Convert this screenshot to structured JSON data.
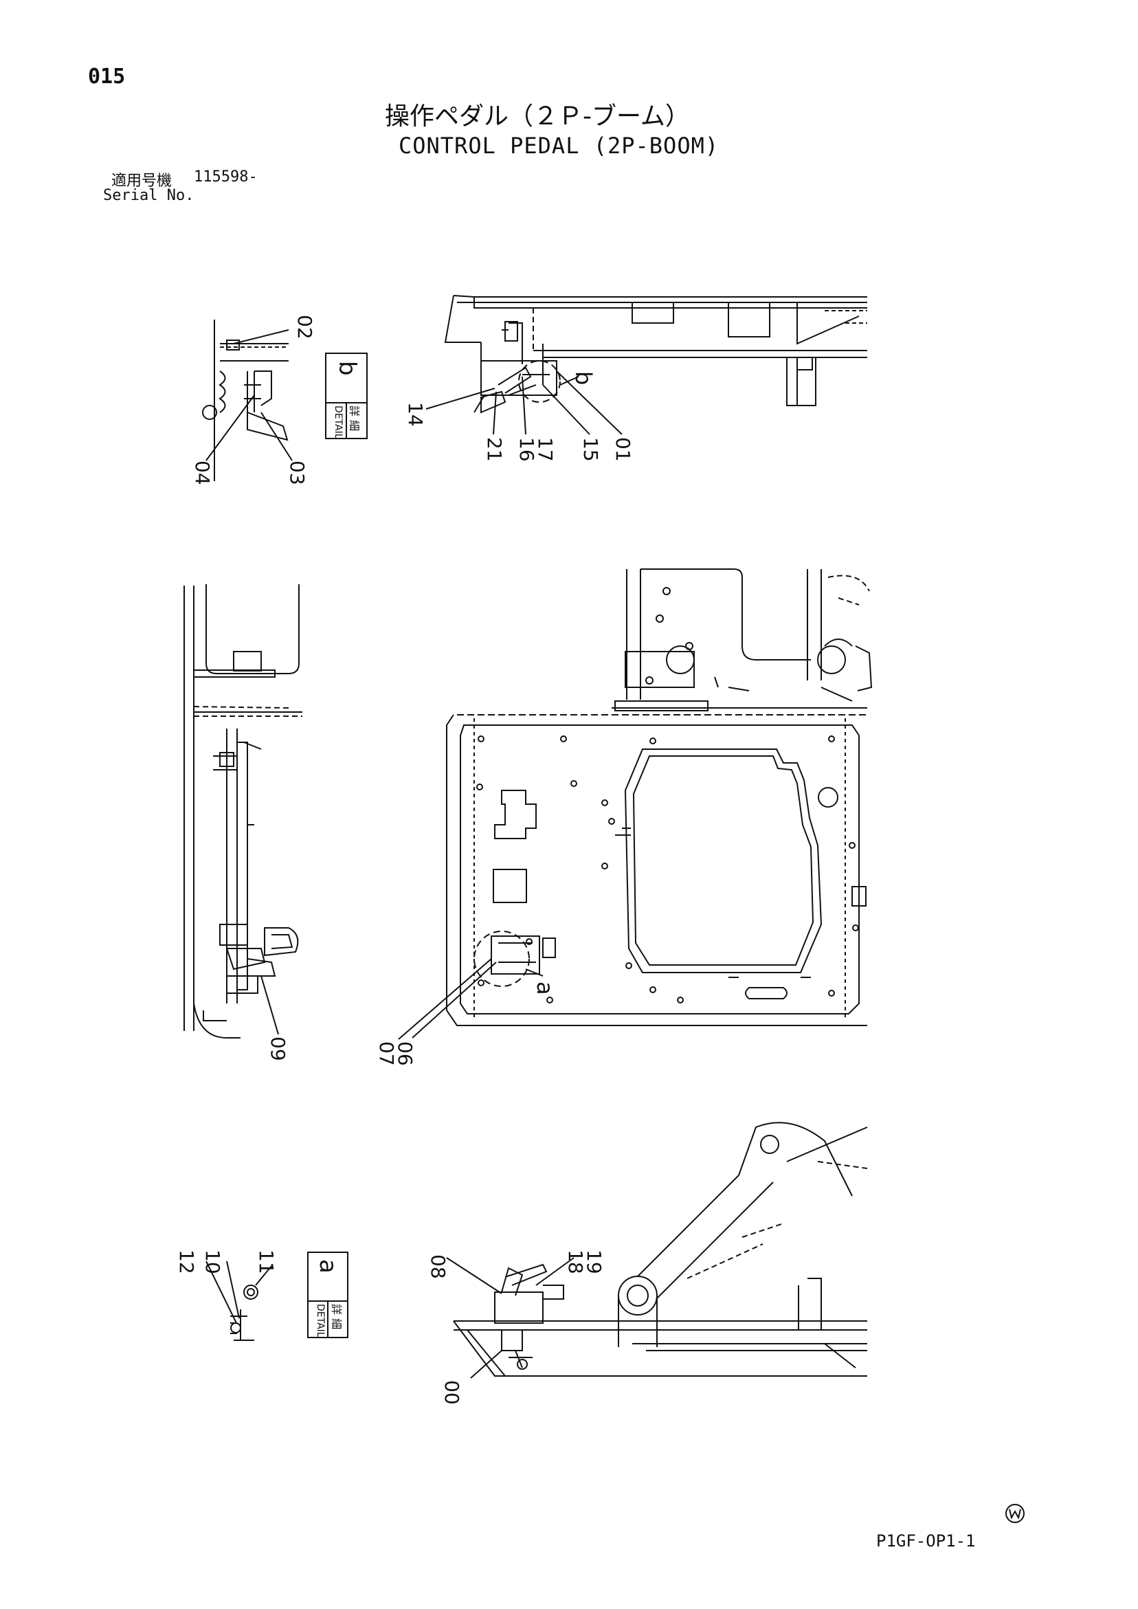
{
  "header": {
    "page_number": "015",
    "title_ja": "操作ペダル（２Ｐ-ブーム）",
    "title_en": "CONTROL PEDAL (2P-BOOM)",
    "serial_label_ja": "適用号機",
    "serial_value": "115598-",
    "serial_label_en": "Serial No."
  },
  "footer": {
    "drawing_code": "P1GF-OP1-1"
  },
  "detail_boxes": {
    "b": {
      "kanji": "詳 細",
      "label": "DETAIL",
      "letter": "b"
    },
    "a": {
      "kanji": "詳 細",
      "label": "DETAIL",
      "letter": "a"
    }
  },
  "callouts": {
    "b_01": "01",
    "b_02": "02",
    "b_03": "03",
    "b_04": "04",
    "b_14": "14",
    "b_15": "15",
    "b_16": "16",
    "b_17": "17",
    "b_21": "21",
    "b_letter": "b",
    "m_06": "06",
    "m_07": "07",
    "m_09": "09",
    "m_letter": "a",
    "a_10": "10",
    "a_11": "11",
    "a_12": "12",
    "s_00": "00",
    "s_08": "08",
    "s_18": "18",
    "s_19": "19"
  },
  "colors": {
    "ink": "#111111",
    "paper": "#ffffff"
  }
}
